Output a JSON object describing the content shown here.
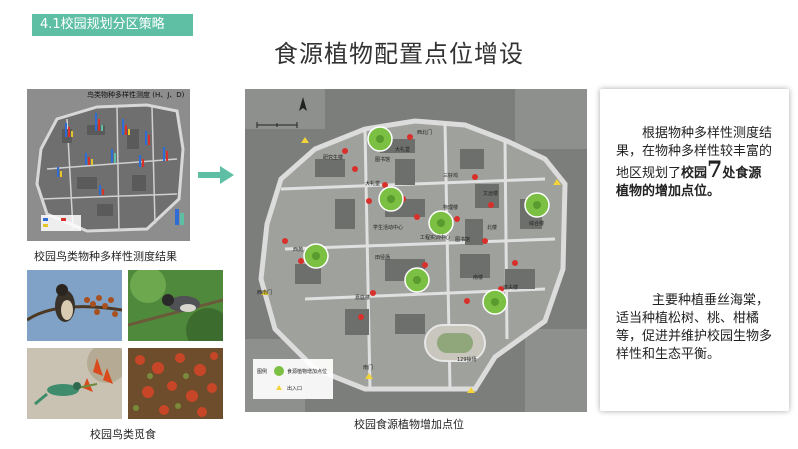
{
  "header": {
    "badge": "4.1校园规划分区策略",
    "title": "食源植物配置点位增设"
  },
  "left": {
    "chart_title": "鸟类物种多样性测度 (H、J、D)",
    "diversity_caption": "校园鸟类物种多样性测度结果",
    "photos_caption": "校园鸟类觅食"
  },
  "map": {
    "caption": "校园食源植物增加点位",
    "labels": [
      "西北门",
      "大礼堂",
      "图书馆",
      "研究生楼",
      "大礼堂",
      "学生活动中心",
      "物理楼",
      "工程实训中心",
      "三好坞",
      "文远楼",
      "综合楼",
      "北楼",
      "图书馆",
      "南楼",
      "逸夫楼",
      "田径场",
      "西苑",
      "西南门",
      "嘉庭楼",
      "129操场",
      "南门"
    ],
    "legend_title": "图例",
    "legend_plant": "食源植物增加点位",
    "legend_entrance": "出入口"
  },
  "panel": {
    "p1_a": "根据物种多样性测度结果，在物种多样性较丰富的地区规划了",
    "p1_b": "校园",
    "p1_num": "7",
    "p1_c": "处食源植物的增加点位。",
    "p2": "主要种植垂丝海棠，适当种植松树、桃、柑橘等，促进并维护校园生物多样性和生态平衡。"
  },
  "colors": {
    "accent": "#5fbfa4",
    "plant_green": "#7bc043",
    "marker_red": "#d9302b"
  }
}
